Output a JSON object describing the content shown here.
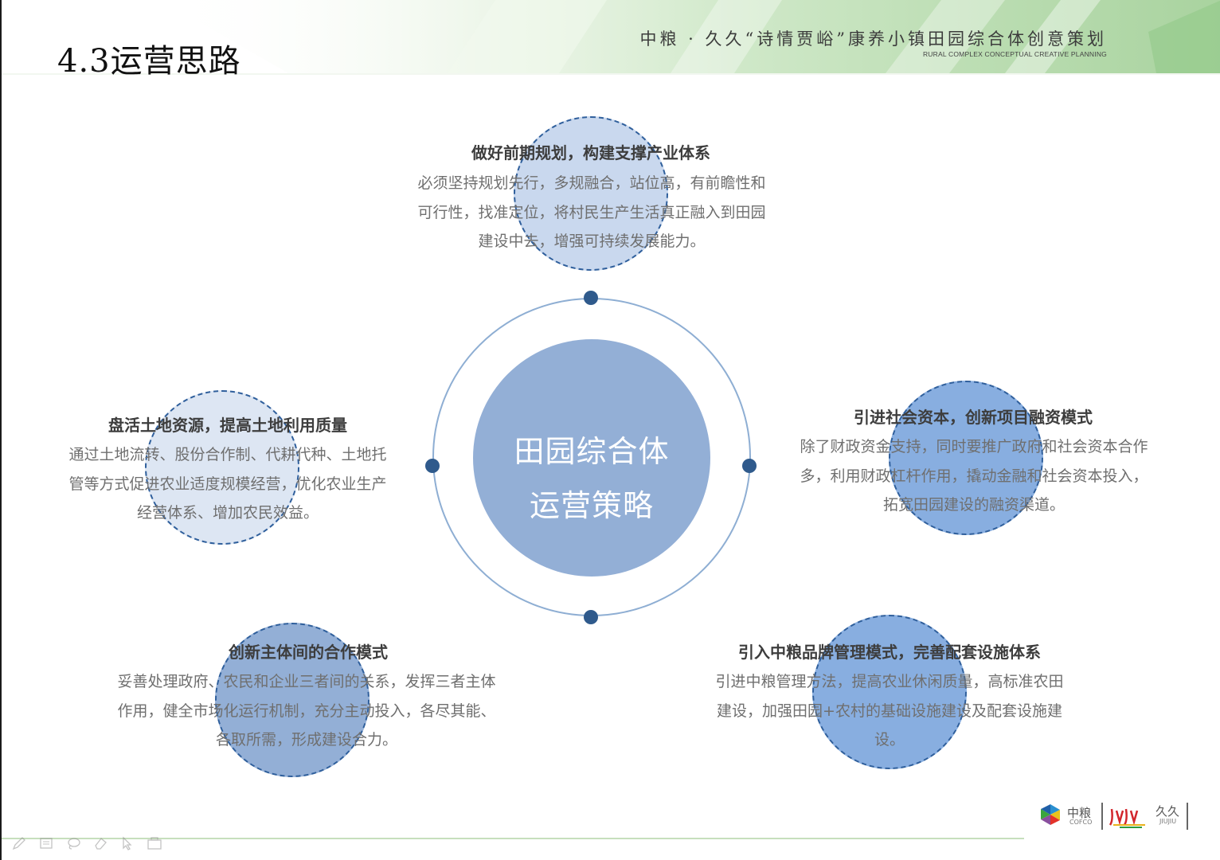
{
  "header": {
    "title": "4.3运营思路",
    "brand_title": "中粮 · 久久“诗情贾峪”康养小镇田园综合体创意策划",
    "brand_subtitle": "RURAL COMPLEX CONCEPTUAL CREATIVE PLANNING"
  },
  "diagram": {
    "center": {
      "line1": "田园综合体",
      "line2": "运营策略"
    },
    "blocks": [
      {
        "title": "做好前期规划，构建支撑产业体系",
        "body": "必须坚持规划先行，多规融合，站位高，有前瞻性和可行性，找准定位，将村民生产生活真正融入到田园建设中去，增强可持续发展能力。"
      },
      {
        "title": "盘活土地资源，提高土地利用质量",
        "body": "通过土地流转、股份合作制、代耕代种、土地托管等方式促进农业适度规模经营，优化农业生产经营体系、增加农民效益。"
      },
      {
        "title": "引进社会资本，创新项目融资模式",
        "body": "除了财政资金支持，同时要推广政府和社会资本合作多，利用财政杠杆作用，撬动金融和社会资本投入，拓宽田园建设的融资渠道。"
      },
      {
        "title": "创新主体间的合作模式",
        "body": "妥善处理政府、农民和企业三者间的关系，发挥三者主体作用，健全市场化运行机制，充分主动投入，各尽其能、各取所需，形成建设合力。"
      },
      {
        "title": "引入中粮品牌管理模式，完善配套设施体系",
        "body": "引进中粮管理方法，提高农业休闲质量，高标准农田建设，加强田园+农村的基础设施建设及配套设施建设。"
      }
    ]
  },
  "footer": {
    "logo_cofco_cn": "中粮",
    "logo_cofco_en": "COFCO",
    "logo_jiujiu_cn": "久久",
    "logo_jiujiu_en": "JIUJIU",
    "tools": [
      "pen-icon",
      "text-box-icon",
      "lasso-icon",
      "eraser-icon",
      "pointer-icon",
      "camera-icon"
    ]
  },
  "colors": {
    "orbit_ring": "#8eaed3",
    "orbit_dot": "#2f5a8c",
    "core_fill": "#93afd6",
    "dashed_border": "#2f5f9c",
    "header_green": "#9fd09a"
  }
}
